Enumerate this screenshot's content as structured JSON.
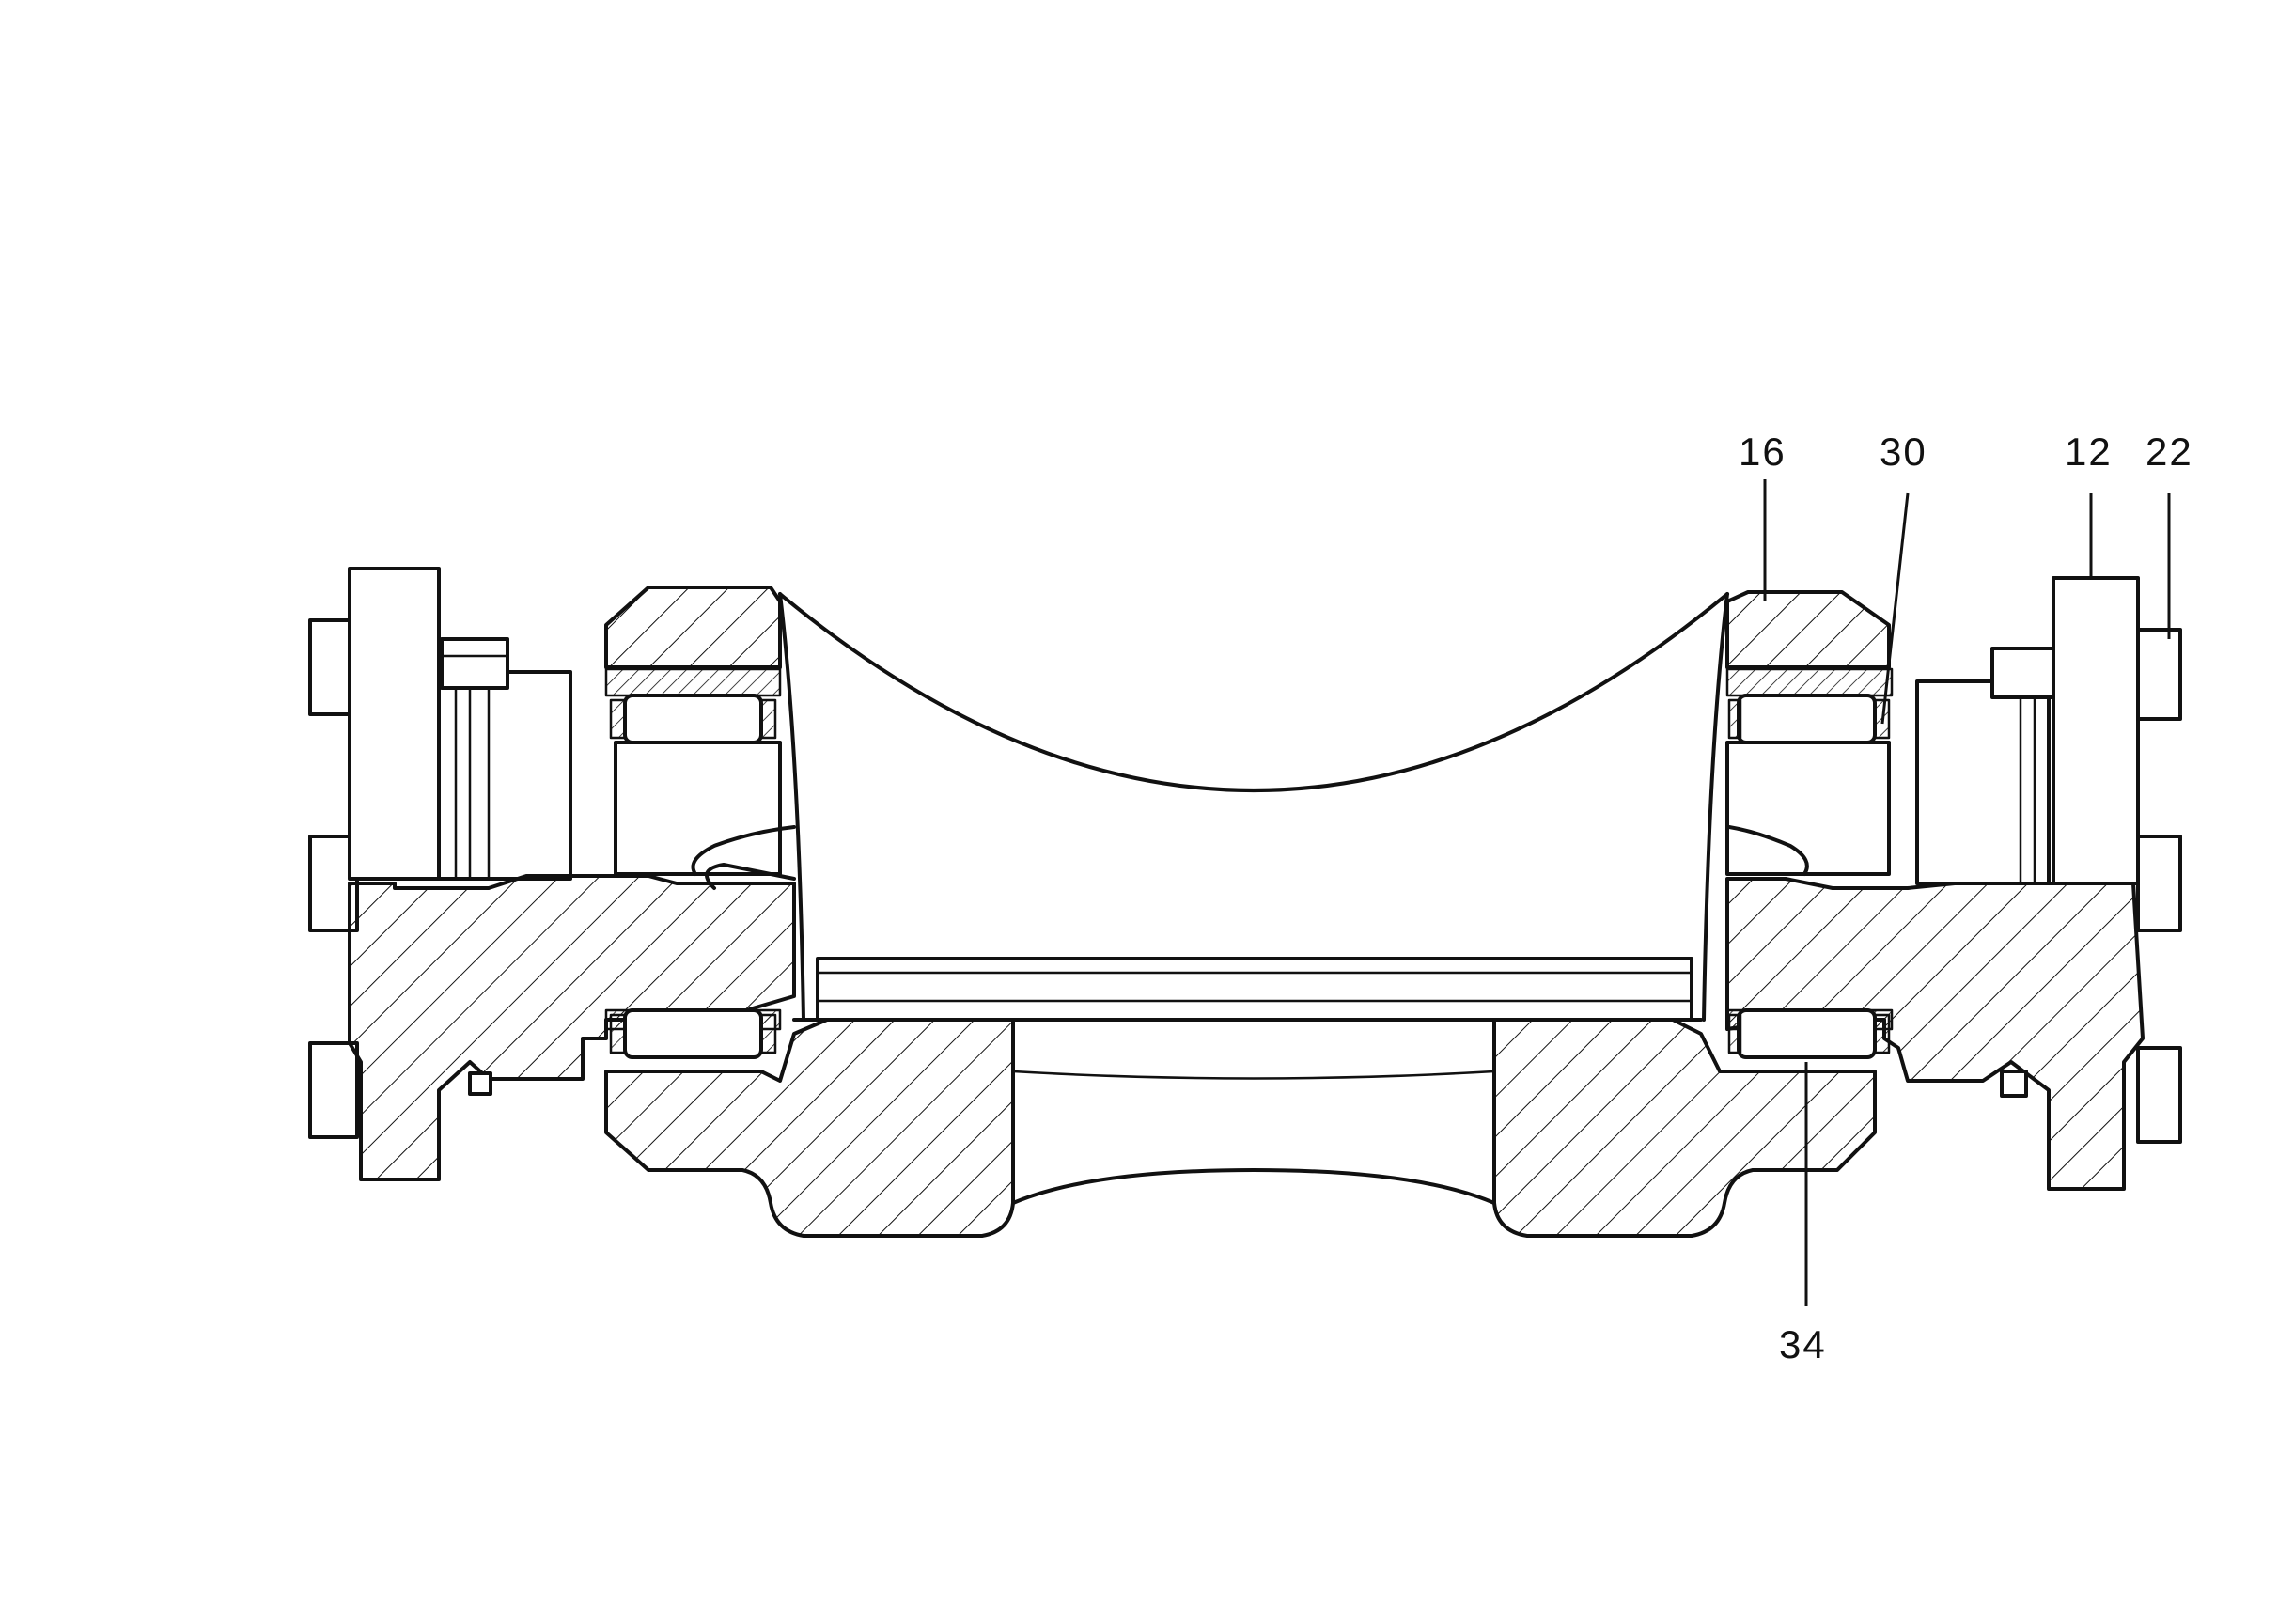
{
  "labels": {
    "l16": "16",
    "l30": "30",
    "l12": "12",
    "l22": "22",
    "l34": "34"
  },
  "colors": {
    "ink": "#111111",
    "paper": "#ffffff"
  }
}
